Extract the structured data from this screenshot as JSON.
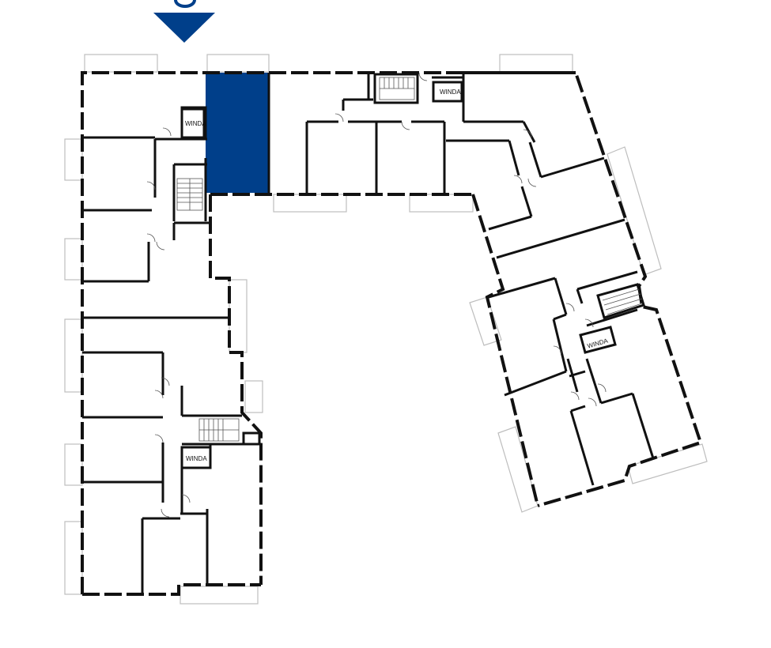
{
  "plan": {
    "highlight_color": "#003f8a",
    "wall_color": "#111111",
    "balcony_color": "#bdbdbd",
    "marker_icon": "down-triangle-marker",
    "elevator_label": "WINDA",
    "elevator_labels": [
      "WINDA",
      "WINDA",
      "WINDA",
      "WINDA"
    ]
  }
}
